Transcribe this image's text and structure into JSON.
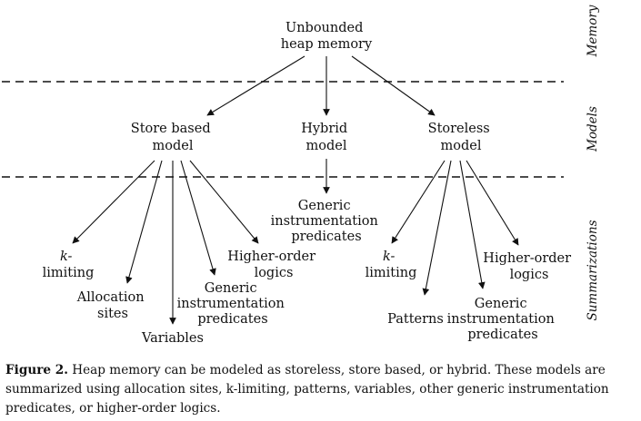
{
  "levels": {
    "memory": "Memory",
    "models": "Models",
    "summarizations": "Summarizations"
  },
  "nodes": {
    "root": [
      "Unbounded",
      "heap memory"
    ],
    "store_based": [
      "Store based",
      "model"
    ],
    "hybrid": [
      "Hybrid",
      "model"
    ],
    "storeless": [
      "Storeless",
      "model"
    ],
    "sb_k_limiting": [
      "k-",
      "limiting"
    ],
    "sb_allocation_sites": [
      "Allocation",
      "sites"
    ],
    "sb_variables": [
      "Variables"
    ],
    "sb_generic": [
      "Generic",
      "instrumentation",
      "predicates"
    ],
    "sb_higher_order": [
      "Higher-order",
      "logics"
    ],
    "hy_generic": [
      "Generic",
      "instrumentation",
      "predicates"
    ],
    "sl_k_limiting": [
      "k-",
      "limiting"
    ],
    "sl_patterns": [
      "Patterns"
    ],
    "sl_generic": [
      "Generic",
      "instrumentation",
      "predicates"
    ],
    "sl_higher_order": [
      "Higher-order",
      "logics"
    ]
  },
  "caption": {
    "label": "Figure 2.",
    "text": "Heap memory can be modeled as storeless, store based, or hybrid. These models are summarized using allocation sites, k-limiting, patterns, variables, other generic instrumentation predicates, or higher-order logics."
  }
}
